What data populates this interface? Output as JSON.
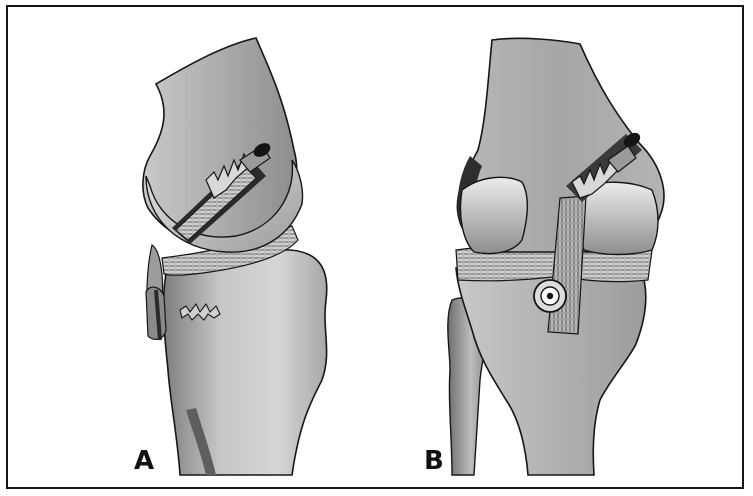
{
  "figure": {
    "panels": [
      {
        "label": "A",
        "view": "lateral-knee"
      },
      {
        "label": "B",
        "view": "anterior-knee"
      }
    ],
    "colors": {
      "bone_light": "#dcdcdc",
      "bone_mid": "#b4b4b4",
      "bone_dark": "#8a8a8a",
      "shadow": "#2a2a2a",
      "outline": "#161616",
      "frame": "#141414",
      "background": "#ffffff"
    }
  }
}
